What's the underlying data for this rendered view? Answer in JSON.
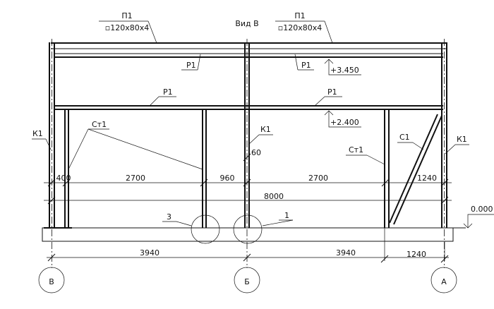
{
  "title": "Вид В",
  "beam_labels": [
    {
      "mark": "П1",
      "section": "▫120x80x4"
    },
    {
      "mark": "П1",
      "section": "▫120x80x4"
    }
  ],
  "purlin_labels": [
    "Р1",
    "Р1",
    "Р1",
    "Р1"
  ],
  "column_labels": [
    "К1",
    "К1",
    "К1"
  ],
  "post_labels": [
    "Ст1",
    "Ст1"
  ],
  "brace_label": "С1",
  "elevations": [
    "+3.450",
    "+2.400",
    "0.000"
  ],
  "dimensions": {
    "row1": [
      "400",
      "2700",
      "960",
      "2700",
      "1240"
    ],
    "row1_small": "60",
    "row2": "8000",
    "bottom": [
      "3940",
      "3940",
      "1240"
    ]
  },
  "callouts": [
    "3",
    "1"
  ],
  "axes": [
    "В",
    "Б",
    "А"
  ]
}
